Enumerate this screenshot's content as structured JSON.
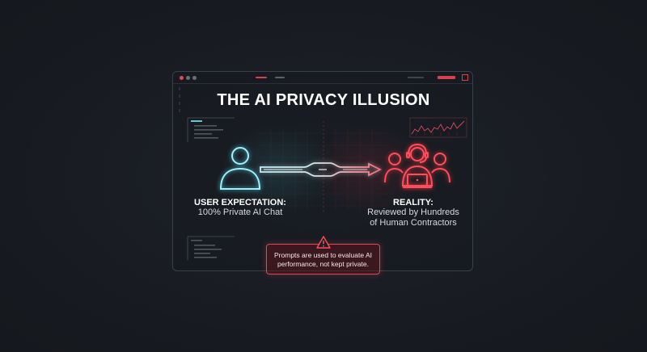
{
  "title": "THE AI PRIVACY ILLUSION",
  "left": {
    "heading": "USER EXPECTATION:",
    "sub": "100% Private AI Chat"
  },
  "right": {
    "heading": "REALITY:",
    "sub_line1": "Reviewed by Hundreds",
    "sub_line2": "of Human Contractors"
  },
  "warning": {
    "line1": "Prompts are used to evaluate AI",
    "line2": "performance, not kept private."
  },
  "colors": {
    "cyan": "#8fe6f5",
    "red": "#f0404e",
    "background": "#181b21"
  },
  "icons": {
    "user": "user-silhouette-icon",
    "contractors": "headset-group-icon",
    "warning": "warning-triangle-icon",
    "flow": "data-flow-arrow-icon"
  }
}
